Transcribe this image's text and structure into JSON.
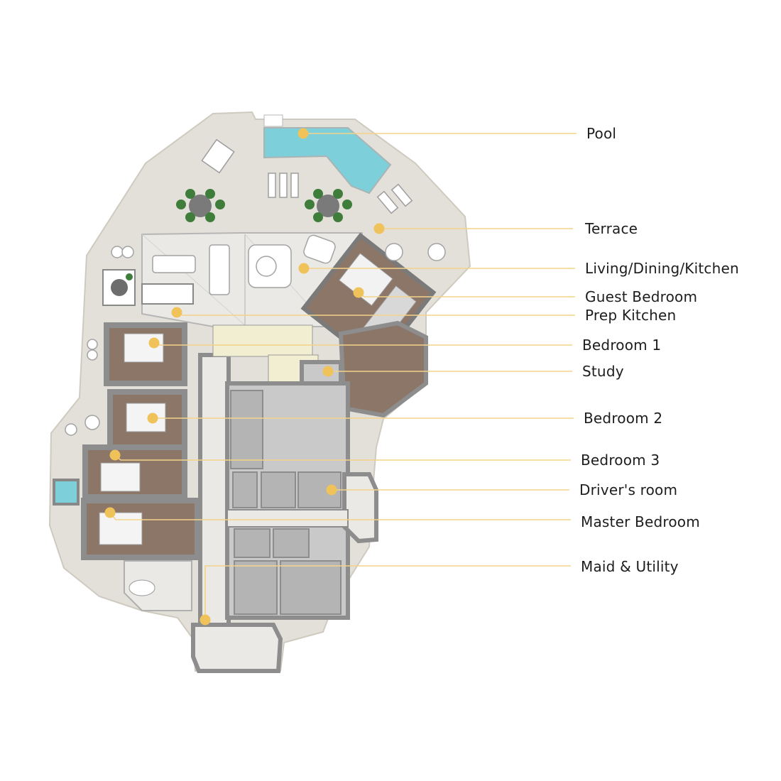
{
  "colors": {
    "background": "#ffffff",
    "terrace": "#e3e0d9",
    "interior_floor": "#ebe9e5",
    "service_floor": "#c9c9c9",
    "wall": "#8d8d8d",
    "wood": "#8c7668",
    "pool": "#7dcfd9",
    "accent_marker": "#f0c25a",
    "leader_line": "#f3d38a",
    "label_text": "#1d1d1f",
    "plant": "#3f7d3a"
  },
  "labels": [
    {
      "id": "pool",
      "text": "Pool"
    },
    {
      "id": "terrace",
      "text": "Terrace"
    },
    {
      "id": "living",
      "text": "Living/Dining/Kitchen"
    },
    {
      "id": "guest-bedroom",
      "text": "Guest Bedroom"
    },
    {
      "id": "prep-kitchen",
      "text": "Prep Kitchen"
    },
    {
      "id": "bedroom-1",
      "text": "Bedroom 1"
    },
    {
      "id": "study",
      "text": "Study"
    },
    {
      "id": "bedroom-2",
      "text": "Bedroom 2"
    },
    {
      "id": "bedroom-3",
      "text": "Bedroom 3"
    },
    {
      "id": "drivers-room",
      "text": "Driver's room"
    },
    {
      "id": "master-bedroom",
      "text": "Master Bedroom"
    },
    {
      "id": "maid-utility",
      "text": "Maid & Utility"
    }
  ]
}
